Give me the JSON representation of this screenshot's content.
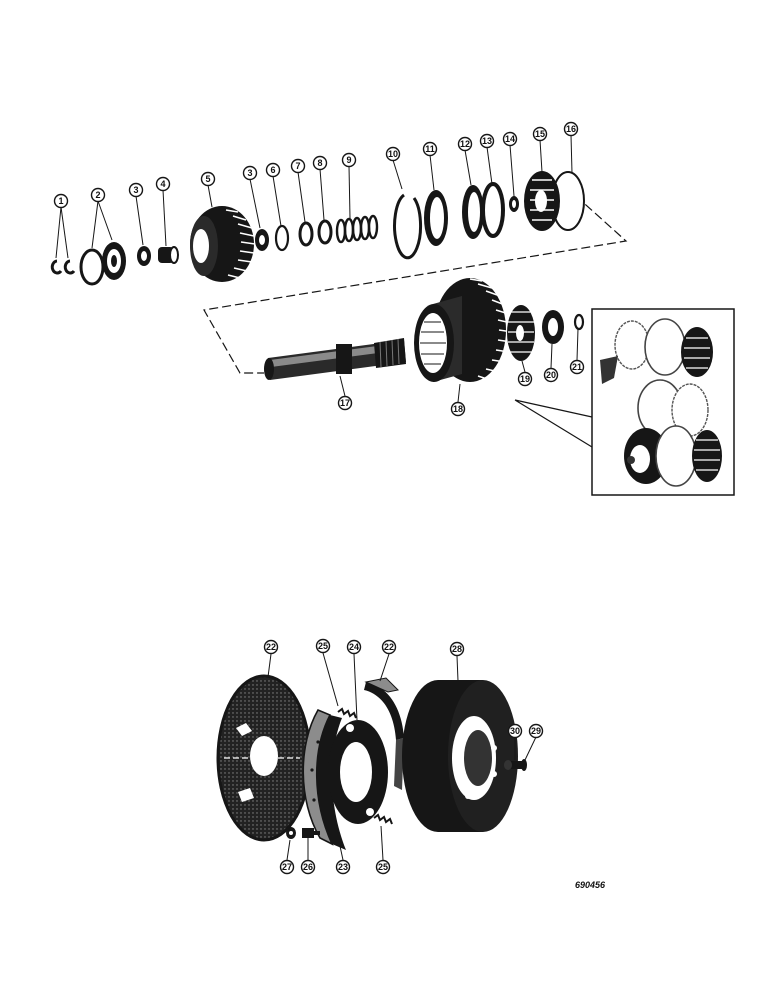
{
  "figure": {
    "reference_number": "690456",
    "colors": {
      "ink": "#161616",
      "paper": "#ffffff",
      "tooth": "#ffffff"
    }
  },
  "callouts": {
    "c1": "1",
    "c2": "2",
    "c3a": "3",
    "c4": "4",
    "c5": "5",
    "c3b": "3",
    "c6": "6",
    "c7": "7",
    "c8": "8",
    "c9": "9",
    "c10": "10",
    "c11": "11",
    "c12": "12",
    "c13": "13",
    "c14": "14",
    "c15": "15",
    "c16": "16",
    "c17": "17",
    "c18": "18",
    "c19": "19",
    "c20": "20",
    "c21": "21",
    "c22a": "22",
    "c25a": "25",
    "c24": "24",
    "c22b": "22",
    "c28": "28",
    "c30": "30",
    "c29": "29",
    "c27": "27",
    "c26": "26",
    "c23": "23",
    "c25b": "25"
  }
}
